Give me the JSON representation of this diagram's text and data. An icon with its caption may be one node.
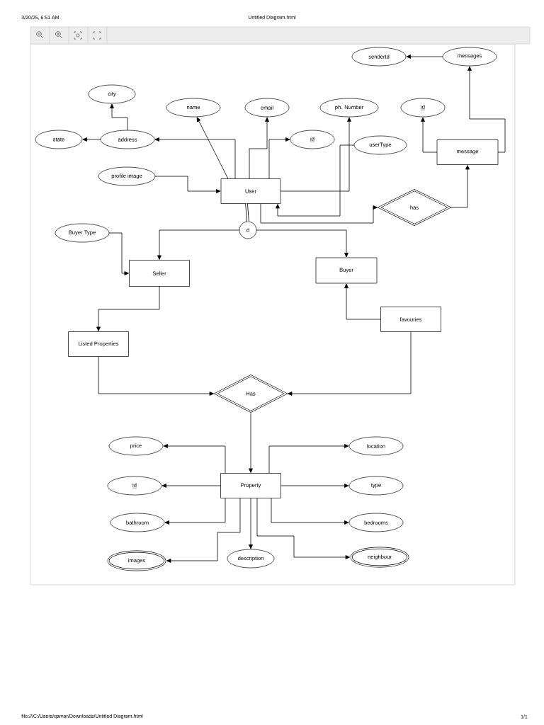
{
  "diagram": {
    "nodes": [
      {
        "text": [
          "User"
        ]
      },
      {
        "text": [
          "name"
        ]
      },
      {
        "text": [
          "email"
        ]
      },
      {
        "text": [
          "id"
        ]
      },
      {
        "text": [
          "ph. Number"
        ]
      },
      {
        "text": [
          "userType"
        ]
      },
      {
        "text": [
          "address"
        ]
      },
      {
        "text": [
          "city"
        ]
      },
      {
        "text": [
          "state"
        ]
      },
      {
        "text": [
          "profile image"
        ]
      },
      {
        "text": [
          "has"
        ]
      },
      {
        "text": [
          "message"
        ]
      },
      {
        "text": [
          "id"
        ]
      },
      {
        "text": [
          "messages"
        ]
      },
      {
        "text": [
          "senderId"
        ]
      },
      {
        "text": [
          "d"
        ]
      },
      {
        "text": [
          "Buyer Type"
        ]
      },
      {
        "text": [
          "Seller"
        ]
      },
      {
        "text": [
          "Buyer"
        ]
      },
      {
        "text": [
          "favouries"
        ]
      },
      {
        "text": [
          "Listed Properties"
        ]
      },
      {
        "text": [
          "Has"
        ]
      },
      {
        "text": [
          "Property"
        ]
      },
      {
        "text": [
          "price"
        ]
      },
      {
        "text": [
          "id"
        ]
      },
      {
        "text": [
          "bathroom"
        ]
      },
      {
        "text": [
          "images"
        ]
      },
      {
        "text": [
          "description"
        ]
      },
      {
        "text": [
          "location"
        ]
      },
      {
        "text": [
          "type"
        ]
      },
      {
        "text": [
          "bedrooms"
        ]
      },
      {
        "text": [
          "neighbour"
        ]
      }
    ],
    "edges": [
      {
        "from": 0,
        "to": 1,
        "arrow": "to"
      },
      {
        "from": 0,
        "to": 2,
        "arrow": "to"
      },
      {
        "from": 0,
        "to": 3,
        "arrow": "to"
      },
      {
        "from": 0,
        "to": 4,
        "arrow": "to"
      },
      {
        "from": 5,
        "to": 0,
        "arrow": "to"
      },
      {
        "from": 0,
        "to": 6,
        "arrow": "to"
      },
      {
        "from": 6,
        "to": 7,
        "arrow": "to"
      },
      {
        "from": 6,
        "to": 8,
        "arrow": "to"
      },
      {
        "from": 9,
        "to": 0,
        "arrow": "to"
      },
      {
        "from": 0,
        "to": 10,
        "arrow": "to"
      },
      {
        "from": 10,
        "to": 11,
        "arrow": "to"
      },
      {
        "from": 11,
        "to": 12,
        "arrow": "to"
      },
      {
        "from": 11,
        "to": 13,
        "arrow": "to"
      },
      {
        "from": 13,
        "to": 14,
        "arrow": "to"
      },
      {
        "from": 0,
        "to": 15,
        "arrow": "none",
        "style": "thick"
      },
      {
        "from": 15,
        "to": 17,
        "arrow": "to"
      },
      {
        "from": 15,
        "to": 18,
        "arrow": "to"
      },
      {
        "from": 16,
        "to": 17,
        "arrow": "to"
      },
      {
        "from": 17,
        "to": 20,
        "arrow": "to"
      },
      {
        "from": 19,
        "to": 18,
        "arrow": "to"
      },
      {
        "from": 20,
        "to": 21,
        "arrow": "to"
      },
      {
        "from": 19,
        "to": 21,
        "arrow": "to"
      },
      {
        "from": 21,
        "to": 22,
        "arrow": "to"
      },
      {
        "from": 22,
        "to": 23,
        "arrow": "to"
      },
      {
        "from": 22,
        "to": 24,
        "arrow": "to"
      },
      {
        "from": 22,
        "to": 25,
        "arrow": "to"
      },
      {
        "from": 22,
        "to": 26,
        "arrow": "to"
      },
      {
        "from": 22,
        "to": 27,
        "arrow": "to"
      },
      {
        "from": 22,
        "to": 31,
        "arrow": "to"
      },
      {
        "from": 22,
        "to": 30,
        "arrow": "to"
      },
      {
        "from": 22,
        "to": 29,
        "arrow": "to"
      },
      {
        "from": 22,
        "to": 28,
        "arrow": "to"
      }
    ],
    "labels": [
      "3/20/25, 6:51 AM",
      "Untitled Diagram.html",
      "file:///C:/Users/qamar/Downloads/Untitled Diagram.html",
      "1/1"
    ]
  }
}
